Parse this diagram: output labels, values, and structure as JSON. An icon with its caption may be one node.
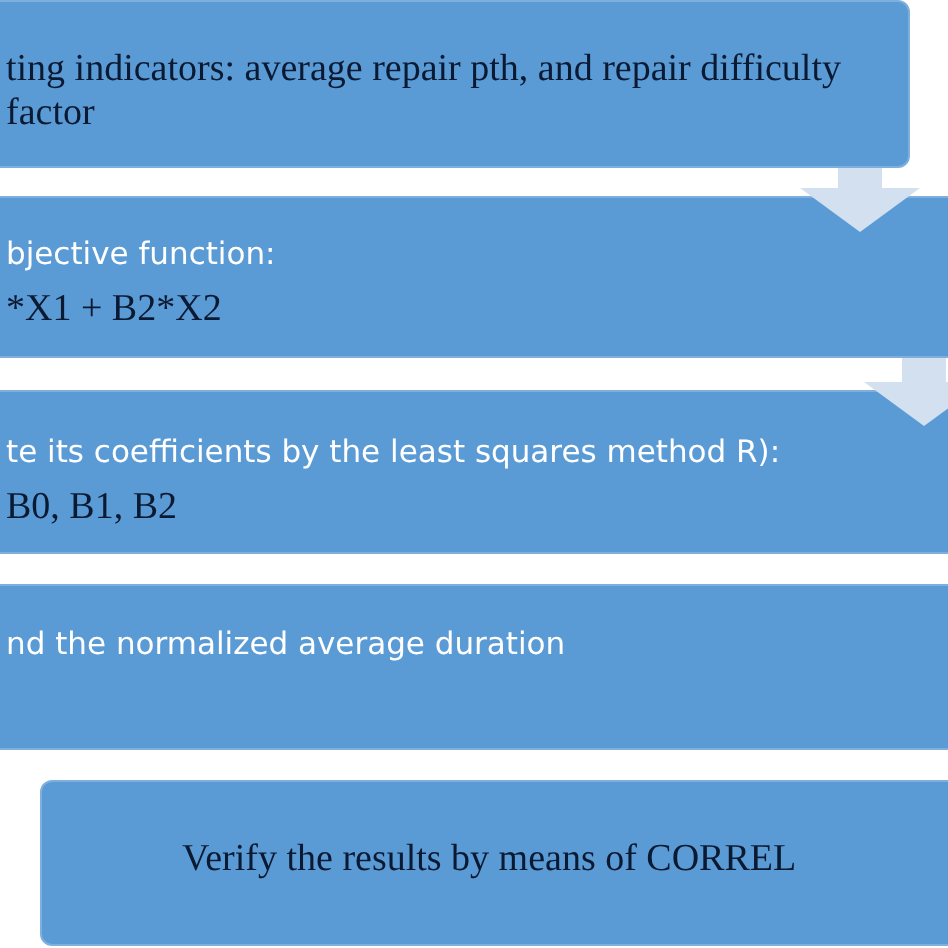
{
  "diagram": {
    "nodes": [
      {
        "text": [
          "ting indicators: average repair pth, and repair difficulty factor"
        ]
      },
      {
        "text": [
          "bjective function:",
          "*X1 + B2*X2"
        ]
      },
      {
        "text": [
          "te its coefficients by the least squares method R):",
          "B0, B1, B2"
        ]
      },
      {
        "text": [
          "nd the normalized average duration"
        ]
      },
      {
        "text": [
          "Verify the results by means of CORREL"
        ]
      }
    ],
    "edges": [
      {
        "from": 0,
        "to": 1,
        "arrow": "to"
      },
      {
        "from": 1,
        "to": 2,
        "arrow": "to"
      }
    ]
  }
}
